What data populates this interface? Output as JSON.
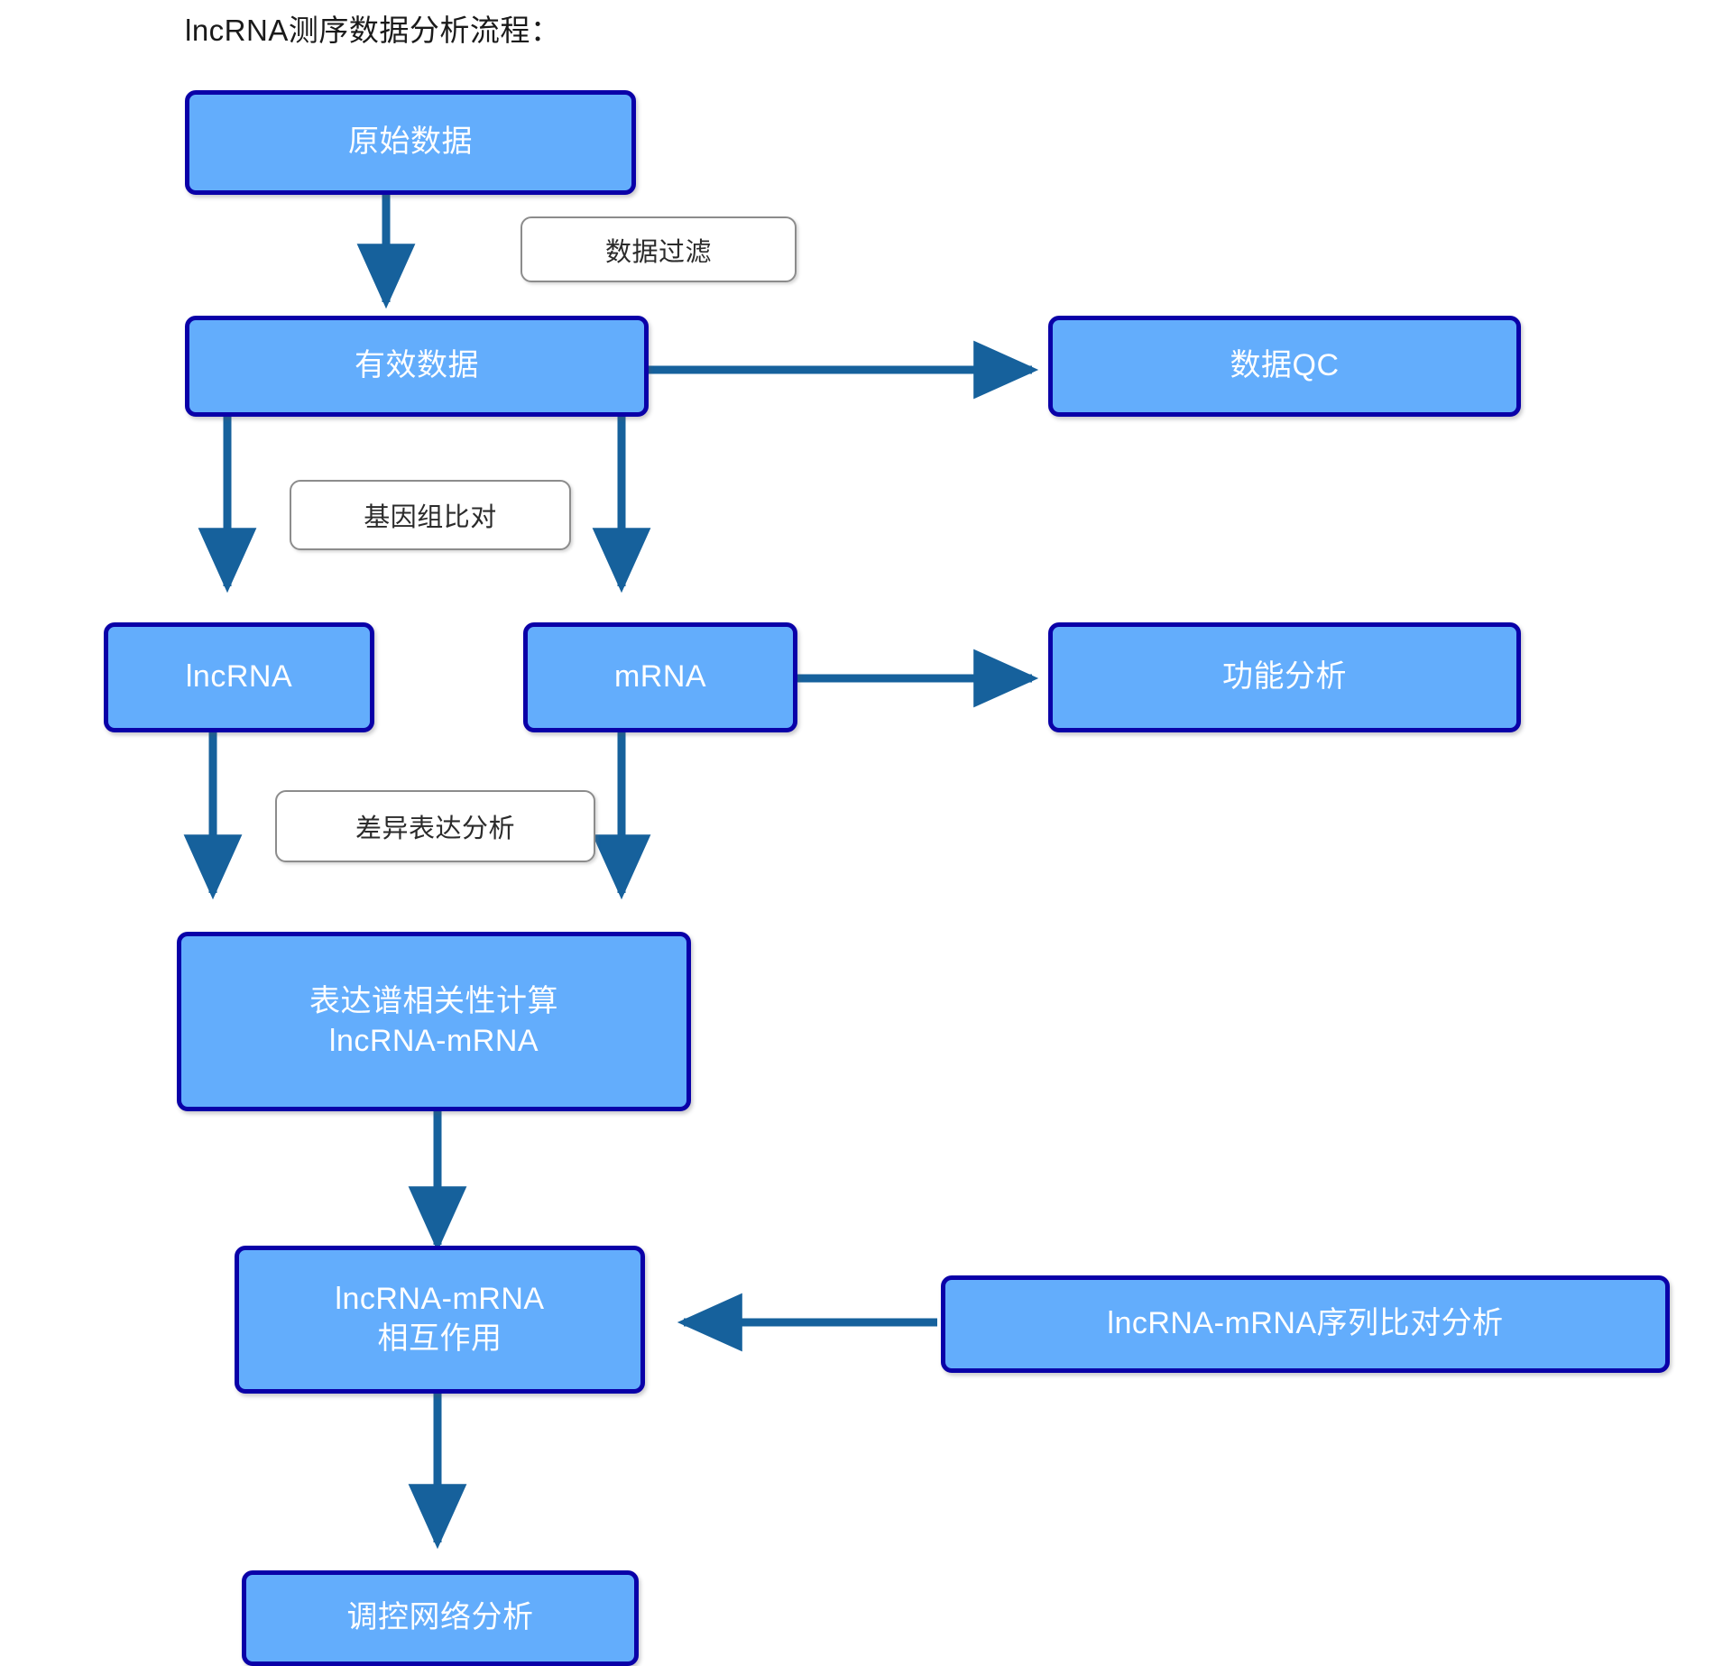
{
  "title": "lncRNA测序数据分析流程：",
  "colors": {
    "node_fill": "#63ADFC",
    "node_border": "#0A00A8",
    "node_text": "#FFFFFF",
    "arrow": "#16619C",
    "label_border": "#8C8C8C",
    "label_text": "#2B2B2B",
    "background": "#FFFFFF"
  },
  "nodes": {
    "raw_data": {
      "label": "原始数据"
    },
    "valid_data": {
      "label": "有效数据"
    },
    "data_qc": {
      "label": "数据QC"
    },
    "lncrna": {
      "label": "lncRNA"
    },
    "mrna": {
      "label": "mRNA"
    },
    "function_analysis": {
      "label": "功能分析"
    },
    "correlation": {
      "line1": "表达谱相关性计算",
      "line2": "lncRNA-mRNA"
    },
    "interaction": {
      "line1": "lncRNA-mRNA",
      "line2": "相互作用"
    },
    "sequence_alignment": {
      "label": "lncRNA-mRNA序列比对分析"
    },
    "network_analysis": {
      "label": "调控网络分析"
    }
  },
  "edge_labels": {
    "data_filter": "数据过滤",
    "genome_alignment": "基因组比对",
    "differential_expression": "差异表达分析"
  },
  "chart_data": {
    "type": "diagram",
    "title": "lncRNA测序数据分析流程：",
    "nodes": [
      {
        "id": "raw_data",
        "label": "原始数据"
      },
      {
        "id": "valid_data",
        "label": "有效数据"
      },
      {
        "id": "data_qc",
        "label": "数据QC"
      },
      {
        "id": "lncrna",
        "label": "lncRNA"
      },
      {
        "id": "mrna",
        "label": "mRNA"
      },
      {
        "id": "function_analysis",
        "label": "功能分析"
      },
      {
        "id": "correlation",
        "label": "表达谱相关性计算 lncRNA-mRNA"
      },
      {
        "id": "interaction",
        "label": "lncRNA-mRNA 相互作用"
      },
      {
        "id": "sequence_alignment",
        "label": "lncRNA-mRNA序列比对分析"
      },
      {
        "id": "network_analysis",
        "label": "调控网络分析"
      }
    ],
    "edges": [
      {
        "from": "raw_data",
        "to": "valid_data",
        "label": "数据过滤"
      },
      {
        "from": "valid_data",
        "to": "data_qc",
        "label": ""
      },
      {
        "from": "valid_data",
        "to": "lncrna",
        "label": "基因组比对"
      },
      {
        "from": "valid_data",
        "to": "mrna",
        "label": ""
      },
      {
        "from": "mrna",
        "to": "function_analysis",
        "label": ""
      },
      {
        "from": "lncrna",
        "to": "correlation",
        "label": "差异表达分析"
      },
      {
        "from": "mrna",
        "to": "correlation",
        "label": ""
      },
      {
        "from": "correlation",
        "to": "interaction",
        "label": ""
      },
      {
        "from": "sequence_alignment",
        "to": "interaction",
        "label": ""
      },
      {
        "from": "interaction",
        "to": "network_analysis",
        "label": ""
      }
    ]
  }
}
